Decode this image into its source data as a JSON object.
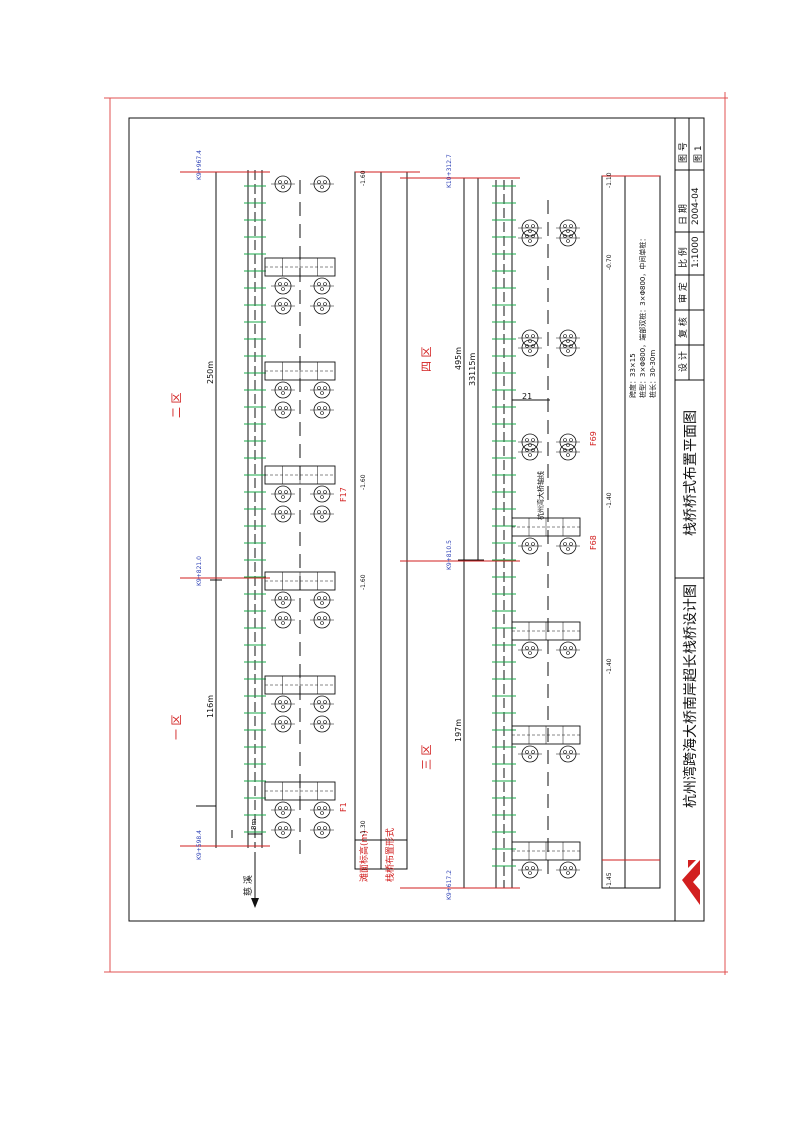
{
  "title_block": {
    "project_title": "杭州湾跨海大桥南岸超长栈桥设计图",
    "drawing_title": "栈桥桥式布置平面图",
    "fields": [
      {
        "label": "设 计",
        "value": ""
      },
      {
        "label": "复 核",
        "value": ""
      },
      {
        "label": "审 定",
        "value": ""
      },
      {
        "label": "比 例",
        "value": "1:1000"
      },
      {
        "label": "日 期",
        "value": "2004-04"
      },
      {
        "label": "图 号",
        "value": "图 1"
      }
    ]
  },
  "zones": {
    "zone1": "一 区",
    "zone2": "二 区",
    "zone3": "三 区",
    "zone4": "四 区"
  },
  "dimensions": {
    "left_upper": "250m",
    "left_lower": "116m",
    "right_total": "33115m",
    "right_upper": "495m",
    "right_lower": "197m",
    "width": "8m",
    "span": "21"
  },
  "piers": {
    "f1": "F1",
    "f17": "F17",
    "f68": "F68",
    "f69": "F69"
  },
  "centerline_label": "杭州湾大桥轴线",
  "legend_table": {
    "row1": "滩面标高(m)",
    "row2": "栈桥布置形式"
  },
  "notes": {
    "line1": "跨度：33×15",
    "line2": "桩型：3×Φ800，端部双桩：3×Φ800，中间单桩：",
    "line3": "桩长：30-30m"
  },
  "direction": "慈 溪",
  "station_labels": {
    "left_top": "K9+967.4",
    "left_mid": "K9+821.0",
    "left_bottom": "K9+598.4",
    "right_top": "K10+312.7",
    "right_mid": "K9+810.5",
    "right_bottom": "K9+617.2"
  },
  "elevations": {
    "left": [
      "-1.60",
      "-1.60",
      "-1.60",
      "-1.30"
    ],
    "right": [
      "-1.10",
      "-0.70",
      "-1.40",
      "-1.40",
      "-1.45"
    ]
  },
  "colors": {
    "frame": "#e05050",
    "line": "#111111",
    "red": "#d21f1f",
    "green": "#1aa84a",
    "blue": "#2b3fb5"
  }
}
